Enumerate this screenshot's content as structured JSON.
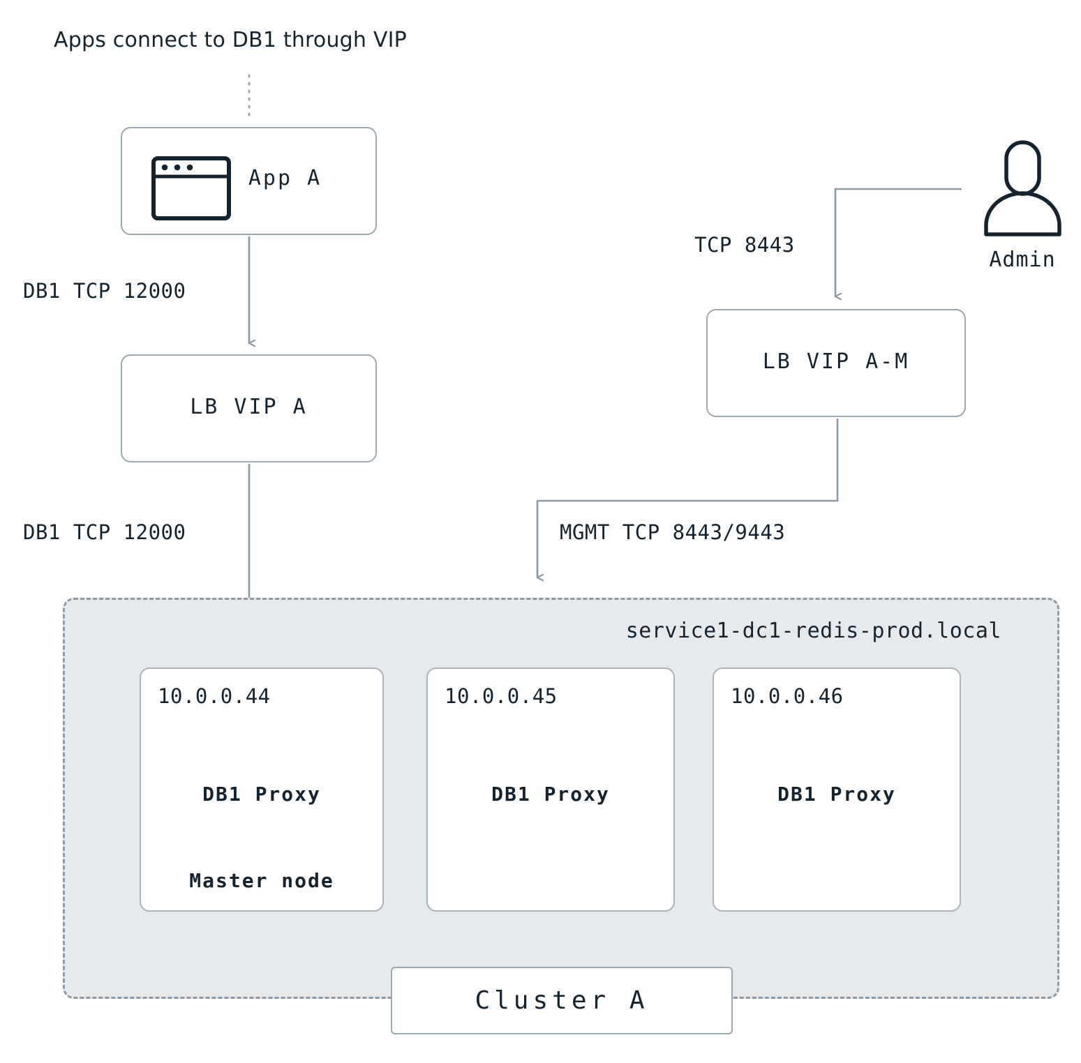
{
  "diagram": {
    "title": "Apps connect to DB1 through VIP",
    "colors": {
      "ink": "#15232e",
      "stroke": "#8b9aa5",
      "node_border": "#9aa8b2",
      "cluster_fill": "#e6eaec",
      "page_background": "#ffffff"
    }
  },
  "nodes": {
    "app": {
      "label": "App A",
      "icon": "browser-window-icon"
    },
    "lb_vip_a": {
      "label": "LB VIP A"
    },
    "lb_vip_am": {
      "label": "LB VIP A-M"
    },
    "admin": {
      "label": "Admin",
      "icon": "user-person-icon"
    }
  },
  "edges": [
    {
      "id": "app-to-lb",
      "label": "DB1 TCP 12000",
      "from": "App A",
      "to": "LB VIP A"
    },
    {
      "id": "lb-to-cluster",
      "label": "DB1 TCP 12000",
      "from": "LB VIP A",
      "to": "Cluster A"
    },
    {
      "id": "admin-to-lbam",
      "label": "TCP 8443",
      "from": "Admin",
      "to": "LB VIP A-M"
    },
    {
      "id": "lbam-to-cluster",
      "label": "MGMT TCP 8443/9443",
      "from": "LB VIP A-M",
      "to": "Cluster A"
    }
  ],
  "cluster": {
    "fqdn": "service1-dc1-redis-prod.local",
    "name": "Cluster A",
    "nodes": [
      {
        "ip": "10.0.0.44",
        "role": "DB1 Proxy",
        "badge": "Master node"
      },
      {
        "ip": "10.0.0.45",
        "role": "DB1 Proxy",
        "badge": ""
      },
      {
        "ip": "10.0.0.46",
        "role": "DB1 Proxy",
        "badge": ""
      }
    ]
  }
}
